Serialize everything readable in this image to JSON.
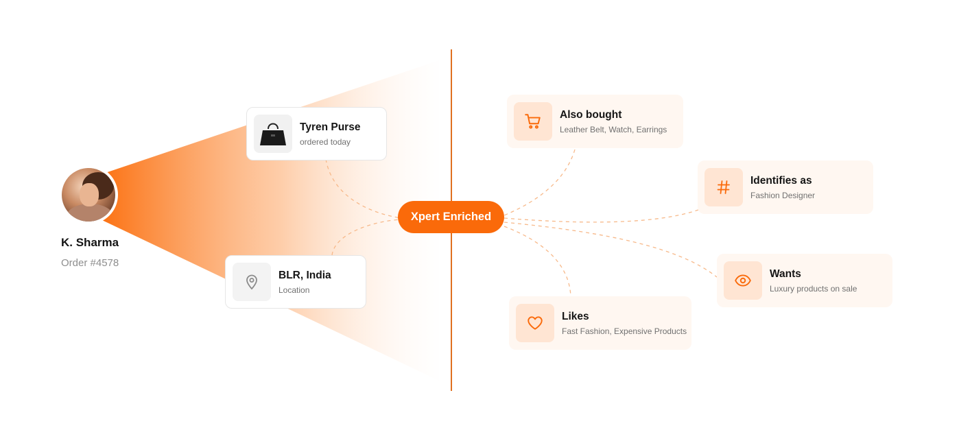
{
  "person": {
    "name": "K. Sharma",
    "order": "Order #4578"
  },
  "center_label": "Xpert Enriched",
  "left_cards": [
    {
      "title": "Tyren Purse",
      "subtitle": "ordered today",
      "icon": "purse-image"
    },
    {
      "title": "BLR, India",
      "subtitle": "Location",
      "icon": "location-pin-icon"
    }
  ],
  "right_cards": [
    {
      "title": "Also bought",
      "subtitle": "Leather Belt, Watch, Earrings",
      "icon": "shopping-cart-icon"
    },
    {
      "title": "Identifies as",
      "subtitle": "Fashion Designer",
      "icon": "hash-icon"
    },
    {
      "title": "Wants",
      "subtitle": "Luxury products on sale",
      "icon": "eye-icon"
    },
    {
      "title": "Likes",
      "subtitle": "Fast Fashion, Expensive Products",
      "icon": "heart-icon"
    }
  ],
  "colors": {
    "accent": "#fa6a0a",
    "divider": "#e07020",
    "card_tint": "#fff7f1",
    "icon_tint": "#ffe5d3",
    "connector": "#f7b98a"
  }
}
